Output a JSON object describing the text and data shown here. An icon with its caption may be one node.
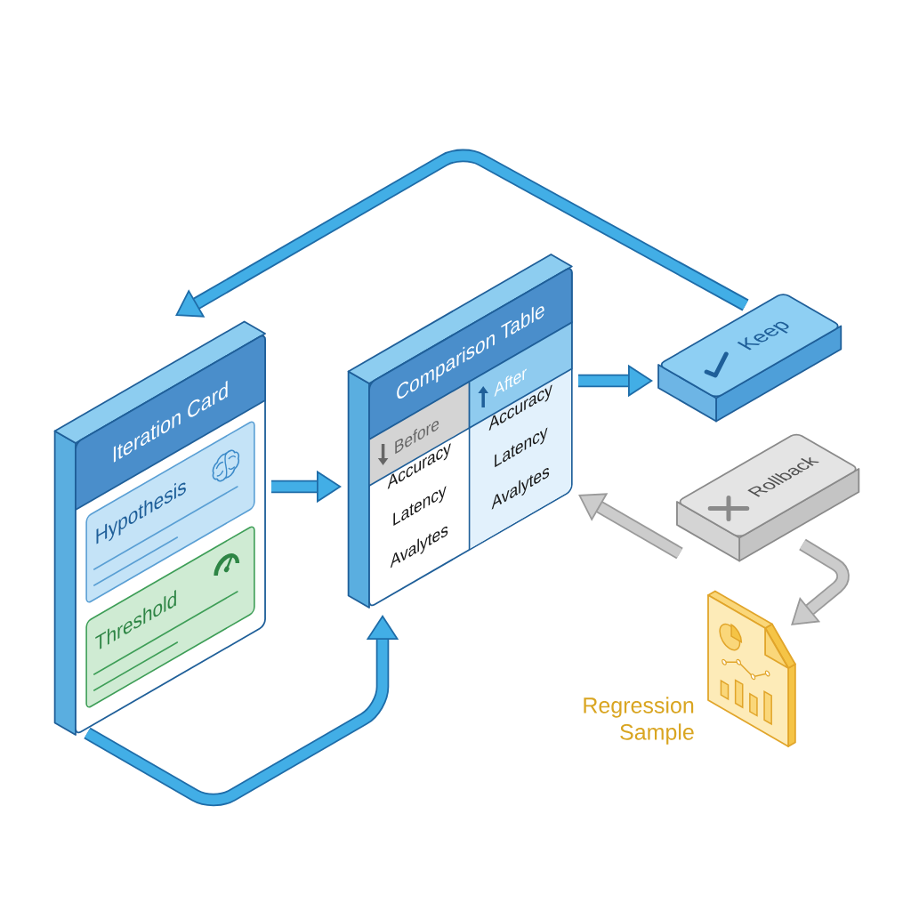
{
  "diagram": {
    "nodes": [
      {
        "text": [
          "Iteration Card"
        ]
      },
      {
        "text": [
          "Hypothesis"
        ],
        "in": 0
      },
      {
        "text": [
          "Threshold"
        ],
        "in": 0
      },
      {
        "text": [
          "Comparison Table"
        ]
      },
      {
        "text": [
          "Keep"
        ]
      },
      {
        "text": [
          "Rollback"
        ]
      },
      {
        "text": [],
        "shape": "document",
        "beside": [
          "Regression Sample"
        ]
      }
    ],
    "edges": [
      {
        "from": 0,
        "to": 3,
        "arrow": "to"
      },
      {
        "from": 3,
        "to": 4,
        "arrow": "to"
      },
      {
        "from": 4,
        "to": 0,
        "arrow": "to"
      },
      {
        "from": 0,
        "to": 3,
        "arrow": "to"
      },
      {
        "from": 5,
        "to": 3,
        "arrow": "to",
        "color": "#9a9a9a"
      },
      {
        "from": 5,
        "to": 6,
        "arrow": "to",
        "color": "#9a9a9a"
      }
    ],
    "labels": [
      "Before",
      "After",
      "Accuracy",
      "Accuracy",
      "Latency",
      "Latency",
      "Avalytes",
      "Avalytes"
    ]
  }
}
